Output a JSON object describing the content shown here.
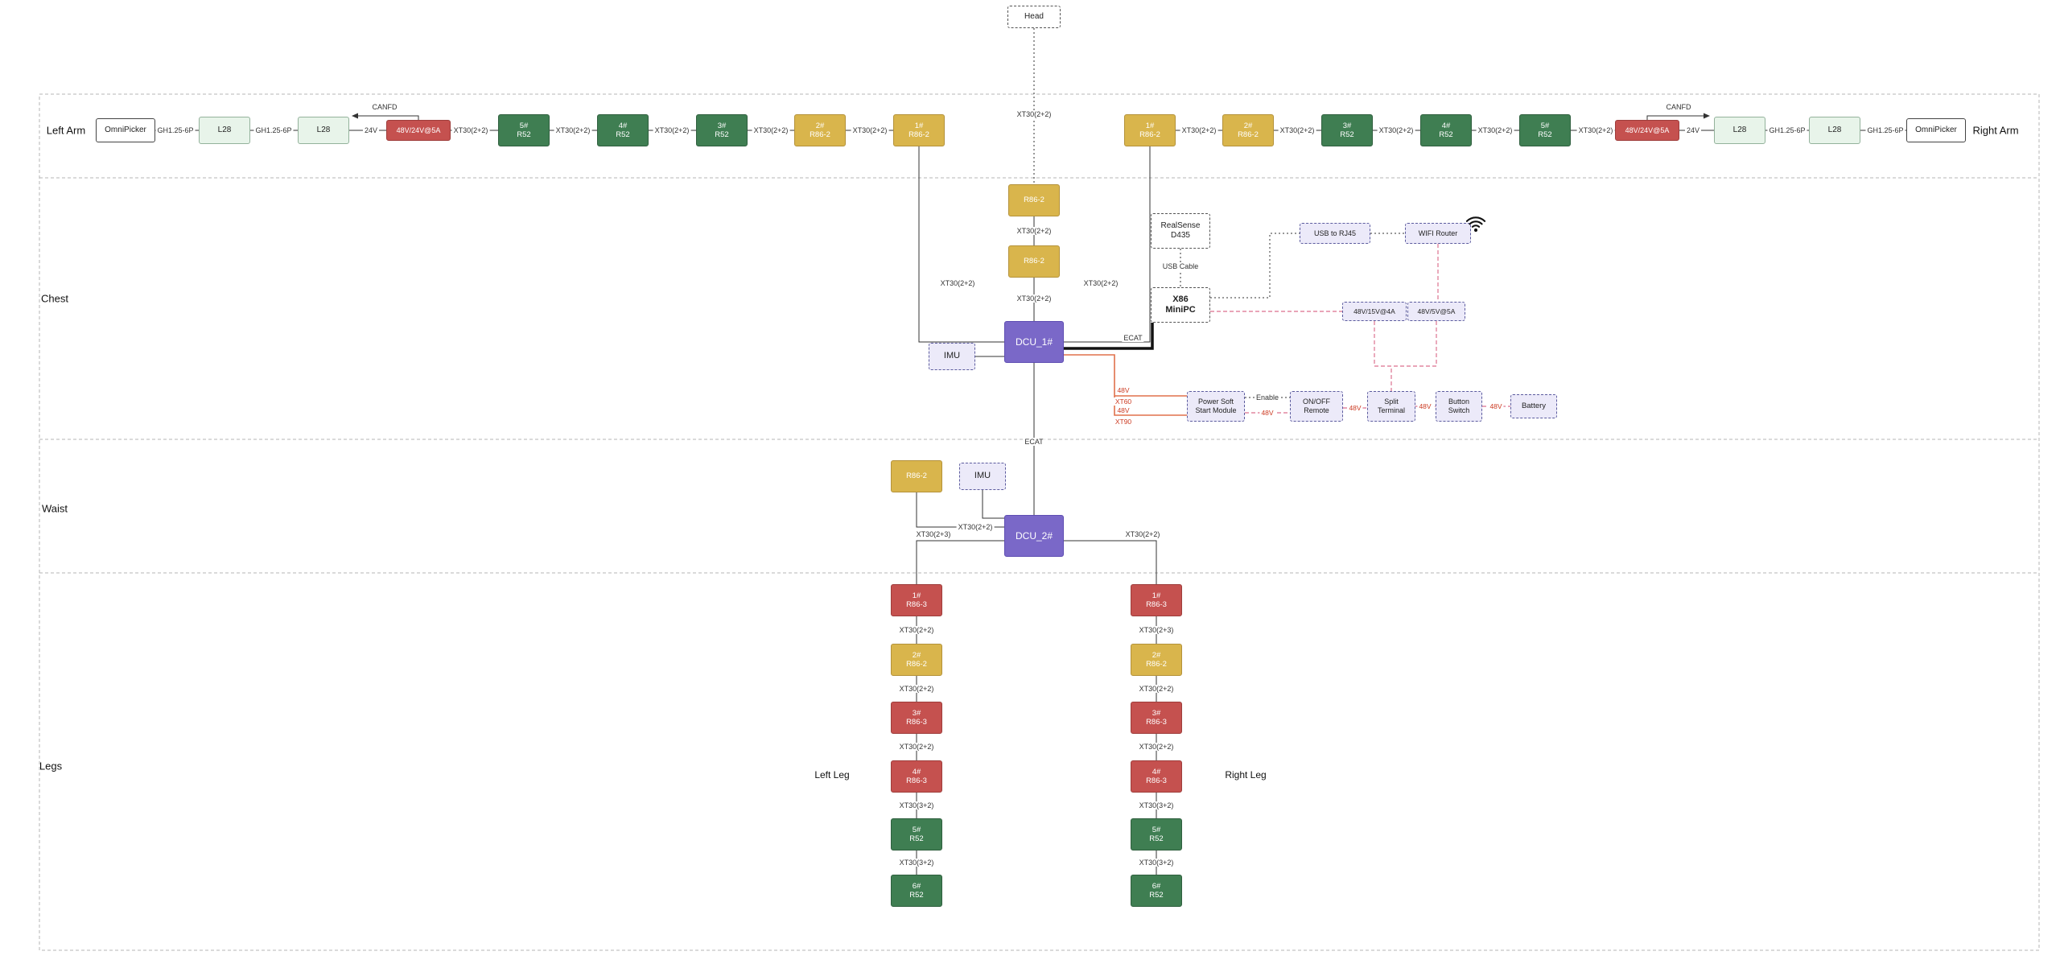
{
  "colors": {
    "gold": "#D9B54C",
    "green": "#3F7E52",
    "red": "#C5514F",
    "purple": "#7A68C8",
    "lavender": "#ECEAF9",
    "light_green": "#E8F4EA",
    "wire_pink": "#E287A0",
    "wire_orange": "#E0714B",
    "label_red": "#CC3B22"
  },
  "sections": {
    "left_arm": "Left Arm",
    "right_arm": "Right Arm",
    "chest": "Chest",
    "waist": "Waist",
    "legs": "Legs",
    "left_leg": "Left Leg",
    "right_leg": "Right Leg"
  },
  "head": {
    "label": "Head",
    "link": "XT30(2+2)"
  },
  "left_arm": {
    "gripper": "OmniPicker",
    "l28_outer": "L28",
    "l28_inner": "L28",
    "psu": "48V/24V@5A",
    "motors": [
      {
        "num": "5#",
        "model": "R52"
      },
      {
        "num": "4#",
        "model": "R52"
      },
      {
        "num": "3#",
        "model": "R52"
      },
      {
        "num": "2#",
        "model": "R86-2"
      },
      {
        "num": "1#",
        "model": "R86-2"
      }
    ],
    "links": {
      "gh_outer": "GH1.25-6P",
      "gh_inner": "GH1.25-6P",
      "v24": "24V",
      "canfd": "CANFD",
      "xt": [
        "XT30(2+2)",
        "XT30(2+2)",
        "XT30(2+2)",
        "XT30(2+2)",
        "XT30(2+2)"
      ],
      "drop": "XT30(2+2)"
    }
  },
  "right_arm": {
    "gripper": "OmniPicker",
    "l28_outer": "L28",
    "l28_inner": "L28",
    "psu": "48V/24V@5A",
    "motors": [
      {
        "num": "1#",
        "model": "R86-2"
      },
      {
        "num": "2#",
        "model": "R86-2"
      },
      {
        "num": "3#",
        "model": "R52"
      },
      {
        "num": "4#",
        "model": "R52"
      },
      {
        "num": "5#",
        "model": "R52"
      }
    ],
    "links": {
      "gh_outer": "GH1.25-6P",
      "gh_inner": "GH1.25-6P",
      "v24": "24V",
      "canfd": "CANFD",
      "xt": [
        "XT30(2+2)",
        "XT30(2+2)",
        "XT30(2+2)",
        "XT30(2+2)",
        "XT30(2+2)"
      ],
      "drop": "XT30(2+2)"
    }
  },
  "chest": {
    "motor_top": "R86-2",
    "link_top": "XT30(2+2)",
    "motor_mid": "R86-2",
    "link_mid": "XT30(2+2)",
    "dcu": "DCU_1#",
    "imu": "IMU",
    "ecat_pc": "ECAT",
    "ecat_spine": "ECAT",
    "realsense": {
      "l1": "RealSense",
      "l2": "D435"
    },
    "usb_cable": "USB Cable",
    "minipc": {
      "l1": "X86",
      "l2": "MiniPC"
    },
    "usb_rj45": "USB to RJ45",
    "wifi_router": "WIFI Router",
    "conv15": "48V/15V@4A",
    "conv5": "48V/5V@5A",
    "power": {
      "psm": {
        "l1": "Power Soft",
        "l2": "Start Module"
      },
      "remote": {
        "l1": "ON/OFF",
        "l2": "Remote"
      },
      "split": {
        "l1": "Split",
        "l2": "Terminal"
      },
      "switch": {
        "l1": "Button",
        "l2": "Switch"
      },
      "battery": "Battery",
      "enable": "Enable",
      "v48": "48V",
      "xt60": "XT60",
      "xt90": "XT90"
    }
  },
  "waist": {
    "motor": "R86-2",
    "imu": "IMU",
    "dcu": "DCU_2#",
    "link_motor": "XT30(2+2)",
    "link_left": "XT30(2+3)",
    "link_right": "XT30(2+2)"
  },
  "left_leg": {
    "motors": [
      {
        "num": "1#",
        "model": "R86-3"
      },
      {
        "num": "2#",
        "model": "R86-2"
      },
      {
        "num": "3#",
        "model": "R86-3"
      },
      {
        "num": "4#",
        "model": "R86-3"
      },
      {
        "num": "5#",
        "model": "R52"
      },
      {
        "num": "6#",
        "model": "R52"
      }
    ],
    "links": [
      "XT30(2+2)",
      "XT30(2+2)",
      "XT30(2+2)",
      "XT30(3+2)",
      "XT30(3+2)"
    ]
  },
  "right_leg": {
    "motors": [
      {
        "num": "1#",
        "model": "R86-3"
      },
      {
        "num": "2#",
        "model": "R86-2"
      },
      {
        "num": "3#",
        "model": "R86-3"
      },
      {
        "num": "4#",
        "model": "R86-3"
      },
      {
        "num": "5#",
        "model": "R52"
      },
      {
        "num": "6#",
        "model": "R52"
      }
    ],
    "links": [
      "XT30(2+3)",
      "XT30(2+2)",
      "XT30(2+2)",
      "XT30(3+2)",
      "XT30(3+2)"
    ]
  }
}
